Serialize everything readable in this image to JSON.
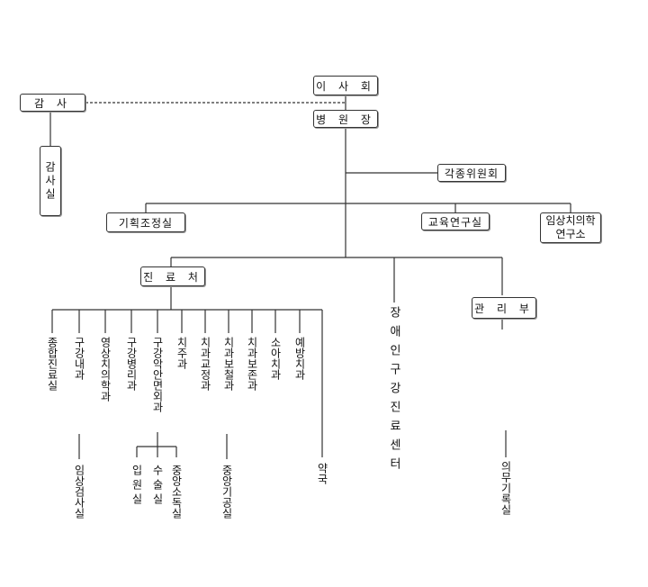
{
  "org": {
    "board": "이 사 회",
    "auditor": "감 사",
    "audit_office": "감사실",
    "director": "병 원 장",
    "committees": "각종위원회",
    "planning": "기획조정실",
    "education": "교육연구실",
    "clinical_institute_line1": "임상치의학",
    "clinical_institute_line2": "연구소",
    "medical": "진 료 처",
    "disabled_center": "장애인구강진료센터",
    "admin": "관 리 부",
    "depts": [
      "종합진료실",
      "구강내과",
      "영상치의학과",
      "구강병리과",
      "구강악안면외과",
      "치주과",
      "치과교정과",
      "치과보철과",
      "치과보존과",
      "소아치과",
      "예방치과"
    ],
    "sub_clinical_lab": "임상검사실",
    "sub_inpatient": "입원실",
    "sub_surgery": "수술실",
    "sub_sterilization": "중앙소독실",
    "sub_dental_lab": "중앙기공실",
    "pharmacy": "약국",
    "records": "의무기록실"
  }
}
